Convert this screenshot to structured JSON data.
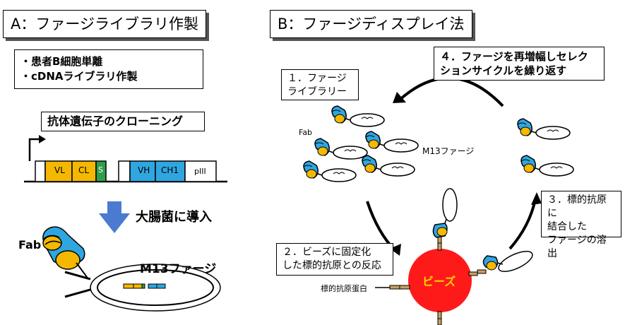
{
  "panel_a": {
    "title": "A：ファージライブラリ作製",
    "steps": [
      "・患者B細胞単離",
      "・cDNAライブラリ作製"
    ],
    "cloning_label": "抗体遺伝子のクローニング",
    "gene_segments": {
      "vl": "VL",
      "cl": "CL",
      "s": "S",
      "vh": "VH",
      "ch1": "CH1",
      "piii": "pIII"
    },
    "transfer_label": "大腸菌に導入",
    "fab_label": "Fab",
    "phage_label": "M13ファージ"
  },
  "panel_b": {
    "title": "B：ファージディスプレイ法",
    "step1": [
      "１．ファージ",
      "ライブラリー"
    ],
    "step2": [
      "２．ビーズに固定化",
      "した標的抗原との反応"
    ],
    "step3": [
      "３．標的抗原に",
      "結合した",
      "ファージの溶出"
    ],
    "step4": [
      "４．ファージを再増幅しセレク",
      "ションサイクルを繰り返す"
    ],
    "fab_label": "Fab",
    "phage_label": "M13ファージ",
    "antigen_label": "標的抗原蛋白",
    "bead_label": "ビーズ"
  },
  "colors": {
    "vl": "#f5b800",
    "cl": "#f5b800",
    "s": "#2e9e4a",
    "vh": "#2fa6e0",
    "ch1": "#2fa6e0",
    "bead": "#ff1a1a",
    "bead_text": "#ffd400",
    "down_arrow": "#4a7bd0"
  }
}
